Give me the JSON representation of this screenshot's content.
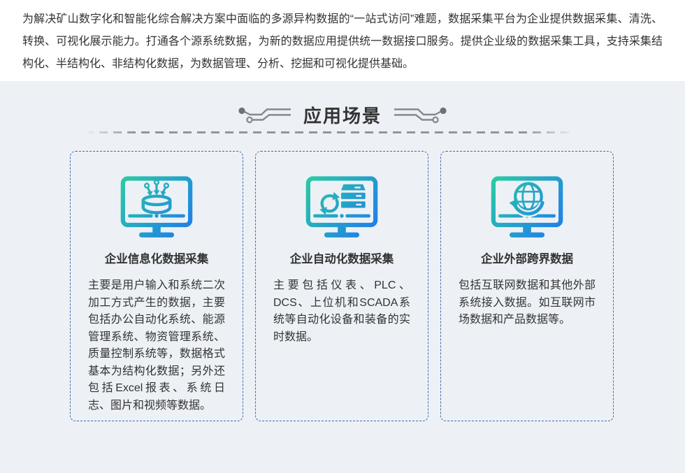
{
  "intro": {
    "text": "为解决矿山数字化和智能化综合解决方案中面临的多源异构数据的“一站式访问”难题，数据采集平台为企业提供数据采集、清洗、转换、可视化展示能力。打通各个源系统数据，为新的数据应用提供统一数据接口服务。提供企业级的数据采集工具，支持采集结构化、半结构化、非结构化数据，为数据管理、分析、挖掘和可视化提供基础。"
  },
  "section": {
    "title": "应用场景"
  },
  "cards": [
    {
      "icon": "monitor-database-collect-icon",
      "title": "企业信息化数据采集",
      "body": "主要是用户输入和系统二次加工方式产生的数据，主要包括办公自动化系统、能源管理系统、物资管理系统、质量控制系统等，数据格式基本为结构化数据；另外还包括Excel报表、系统日志、图片和视频等数据。"
    },
    {
      "icon": "monitor-server-sync-icon",
      "title": "企业自动化数据采集",
      "body": "主要包括仪表、PLC、DCS、上位机和SCADA系统等自动化设备和装备的实时数据。"
    },
    {
      "icon": "monitor-globe-sync-icon",
      "title": "企业外部跨界数据",
      "body": "包括互联网数据和其他外部系统接入数据。如互联网市场数据和产品数据等。"
    }
  ],
  "colors": {
    "page_top_bg": "#ffffff",
    "section_bg": "#edf1f6",
    "icon_gradient_start": "#2bcda1",
    "icon_gradient_end": "#1e78f0",
    "card_border": "#3a6aad",
    "heading_text": "#333333",
    "body_text": "#333333",
    "divider": "#8f969f",
    "ornament": "#85888c"
  }
}
